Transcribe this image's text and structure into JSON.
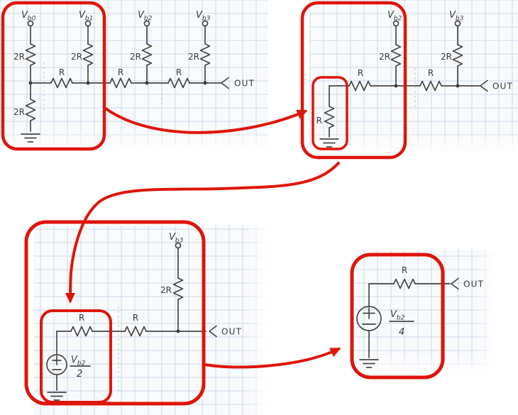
{
  "colors": {
    "annotation_red": "#de150a",
    "pencil": "#474747",
    "grid_blue": "#ccdaea",
    "paper": "#f9fafc"
  },
  "panel_a": {
    "terminals": [
      {
        "v": "V",
        "sub": "b0"
      },
      {
        "v": "V",
        "sub": "b1"
      },
      {
        "v": "V",
        "sub": "b2"
      },
      {
        "v": "V",
        "sub": "b3"
      }
    ],
    "shunt_resistors": [
      "2R",
      "2R",
      "2R",
      "2R"
    ],
    "series_resistors": [
      "R",
      "R",
      "R"
    ],
    "terminating_resistor": "2R",
    "out_label": "OUT"
  },
  "panel_b": {
    "equivalent_resistor": "R",
    "terminals": [
      {
        "v": "V",
        "sub": "b2"
      },
      {
        "v": "V",
        "sub": "b3"
      }
    ],
    "shunt_resistors": [
      "2R",
      "2R"
    ],
    "series_resistors": [
      "R",
      "R"
    ],
    "out_label": "OUT"
  },
  "panel_c": {
    "source": {
      "v": "V",
      "sub": "b2",
      "den": "2"
    },
    "series_resistors": [
      "R",
      "R"
    ],
    "terminal": {
      "v": "V",
      "sub": "b3"
    },
    "shunt_resistor": "2R",
    "out_label": "OUT"
  },
  "panel_d": {
    "source": {
      "v": "V",
      "sub": "b2",
      "den": "4"
    },
    "series_resistor": "R",
    "out_label": "OUT"
  }
}
